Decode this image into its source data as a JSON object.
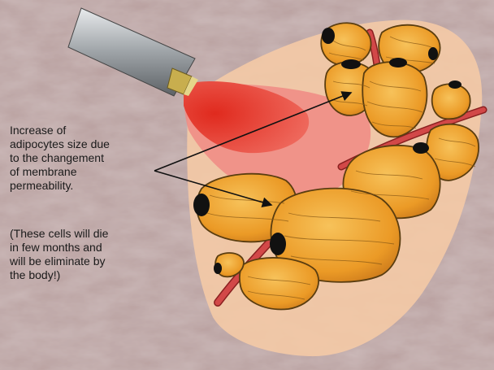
{
  "caption": {
    "main_lines": [
      "Increase of",
      "adipocytes size due",
      "to the changement",
      "of membrane",
      "permeability."
    ],
    "note_lines": [
      "(These cells will die",
      "in few months and",
      "will be eliminate by",
      "the body!)"
    ]
  },
  "colors": {
    "background": "#b59c9b",
    "tissue": "#f1c7a4",
    "beam_outer": "#f08080",
    "beam_inner": "#e23a2b",
    "cell_fill": "#f0a62e",
    "cell_outline": "#6b4a12",
    "nucleus": "#111111",
    "vessel": "#c43a3a",
    "probe_body": "#9a9fa3",
    "probe_tip": "#c8b050"
  },
  "icons": [
    "laser-probe-icon"
  ]
}
